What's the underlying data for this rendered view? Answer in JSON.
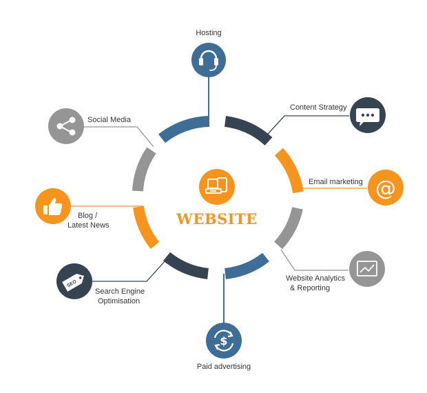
{
  "center": {
    "title": "WEBSITE",
    "icon": "devices-icon"
  },
  "colors": {
    "blue": "#3e6e95",
    "dark": "#364452",
    "orange": "#f7941d",
    "gray": "#959595",
    "line": "#9a9a9a",
    "text": "#333333"
  },
  "nodes": [
    {
      "id": "hosting",
      "label": "Hosting",
      "label2": "",
      "icon": "headset-icon",
      "color": "blue"
    },
    {
      "id": "content-strategy",
      "label": "Content Strategy",
      "label2": "",
      "icon": "chat-bubble-icon",
      "color": "dark"
    },
    {
      "id": "email-marketing",
      "label": "Email marketing",
      "label2": "",
      "icon": "at-sign-icon",
      "color": "orange"
    },
    {
      "id": "website-analytics",
      "label": "Website Analytics",
      "label2": "& Reporting",
      "icon": "line-graph-icon",
      "color": "gray"
    },
    {
      "id": "paid-advertising",
      "label": "Paid advertising",
      "label2": "",
      "icon": "dollar-cycle-icon",
      "color": "blue"
    },
    {
      "id": "search-engine-optimisation",
      "label": "Search Engine",
      "label2": "Optimisation",
      "icon": "seo-tag-icon",
      "icon_text": "SEO",
      "color": "dark"
    },
    {
      "id": "blog-latest-news",
      "label": "Blog /",
      "label2": "Latest News",
      "icon": "thumbs-up-icon",
      "color": "orange"
    },
    {
      "id": "social-media",
      "label": "Social Media",
      "label2": "",
      "icon": "share-icon",
      "color": "gray"
    }
  ]
}
